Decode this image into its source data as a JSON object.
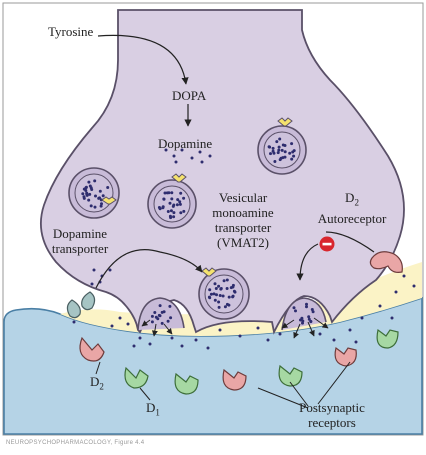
{
  "labels": {
    "tyrosine": "Tyrosine",
    "dopa": "DOPA",
    "dopamine": "Dopamine",
    "vmat_line1": "Vesicular",
    "vmat_line2": "monoamine",
    "vmat_line3": "transporter",
    "vmat_line4": "(VMAT2)",
    "d2_auto_main": "D",
    "d2_auto_sub": "2",
    "d2_auto_line2": "Autoreceptor",
    "dat_line1": "Dopamine",
    "dat_line2": "transporter",
    "d2_post_main": "D",
    "d2_post_sub": "2",
    "d1_main": "D",
    "d1_sub": "1",
    "post_line1": "Postsynaptic",
    "post_line2": "receptors"
  },
  "footer": "NEUROPSYCHOPHARMACOLOGY, Figure 4.4",
  "colors": {
    "terminal_fill": "#d9cfe3",
    "terminal_stroke": "#5a5068",
    "vesicle_fill": "#c8bbd8",
    "dot": "#2e2d6e",
    "cleft": "#fbf3c6",
    "postsynaptic": "#b5d3e6",
    "d2_receptor": "#e9a6a6",
    "d1_receptor": "#a6d8a3",
    "dat": "#a6c4c4",
    "vmat": "#f4e26e",
    "inhibit": "#d8262d"
  },
  "icons": [
    "vmat-transporter-icon",
    "dopamine-transporter-icon",
    "d2-receptor-icon",
    "d1-receptor-icon",
    "inhibition-icon"
  ]
}
